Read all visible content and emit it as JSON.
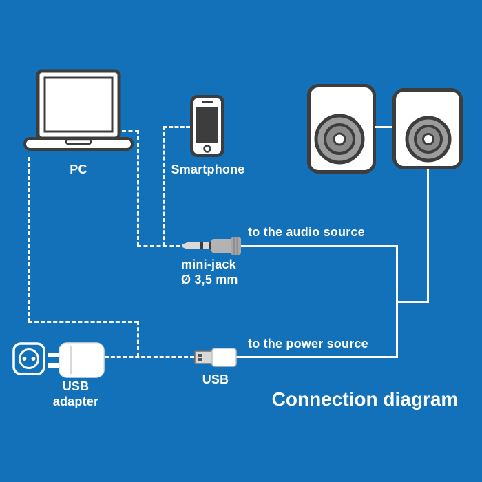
{
  "colors": {
    "background": "#1271b8",
    "cable": "#ffffff",
    "outline": "#3d3d3d",
    "speaker_gray": "#9c9c9c",
    "metal_gray": "#d9d9d9"
  },
  "title": "Connection diagram",
  "devices": {
    "pc": {
      "label": "PC"
    },
    "smartphone": {
      "label": "Smartphone"
    },
    "usb_adapter": {
      "label_line1": "USB",
      "label_line2": "adapter"
    }
  },
  "connectors": {
    "mini_jack": {
      "label_line1": "mini-jack",
      "label_line2": "Ø 3,5 mm"
    },
    "usb": {
      "label": "USB"
    }
  },
  "annotations": {
    "audio": "to the audio source",
    "power": "to the power source"
  },
  "icons": [
    "laptop-icon",
    "smartphone-icon",
    "speaker-left-icon",
    "speaker-right-icon",
    "mini-jack-icon",
    "usb-plug-icon",
    "power-outlet-icon",
    "usb-adapter-icon"
  ]
}
